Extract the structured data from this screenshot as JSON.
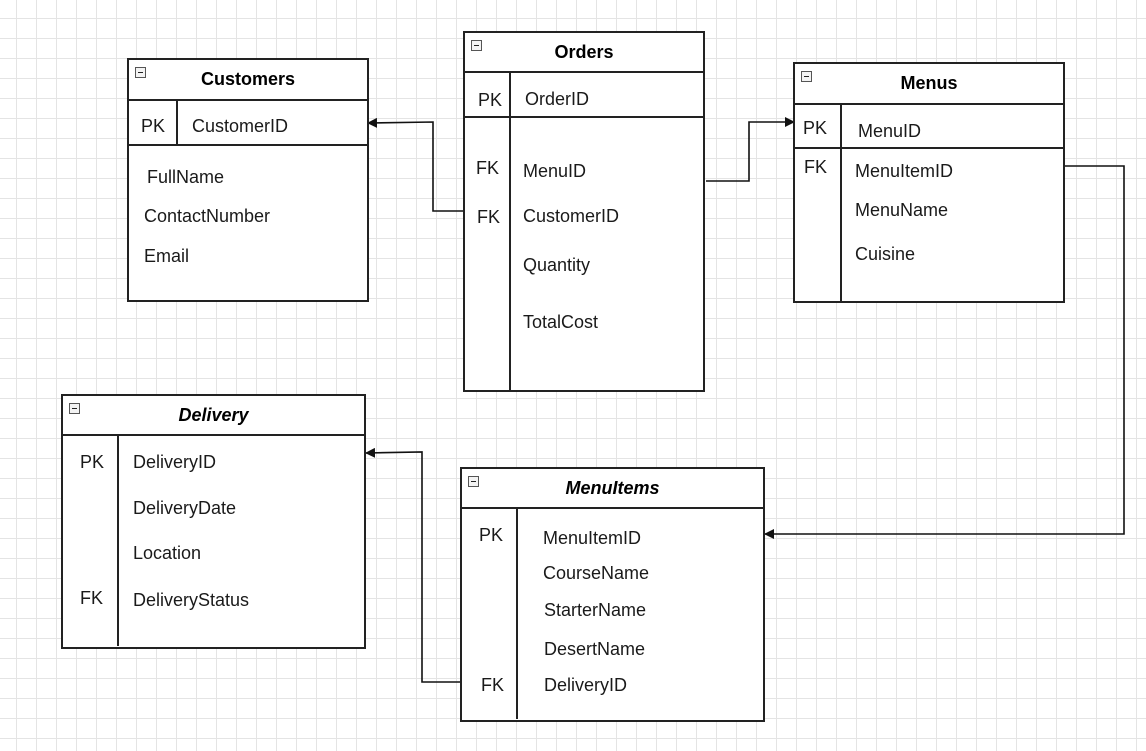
{
  "entities": {
    "customers": {
      "title": "Customers",
      "pk_key": "PK",
      "pk_field": "CustomerID",
      "fields": [
        "FullName",
        "ContactNumber",
        "Email"
      ]
    },
    "orders": {
      "title": "Orders",
      "pk_key": "PK",
      "pk_field": "OrderID",
      "rows": [
        {
          "key": "FK",
          "field": "MenuID"
        },
        {
          "key": "FK",
          "field": "CustomerID"
        },
        {
          "key": "",
          "field": "Quantity"
        },
        {
          "key": "",
          "field": "TotalCost"
        }
      ]
    },
    "menus": {
      "title": "Menus",
      "pk_key": "PK",
      "pk_field": "MenuID",
      "rows": [
        {
          "key": "FK",
          "field": "MenuItemID"
        },
        {
          "key": "",
          "field": "MenuName"
        },
        {
          "key": "",
          "field": "Cuisine"
        }
      ]
    },
    "delivery": {
      "title": "Delivery",
      "rows": [
        {
          "key": "PK",
          "field": "DeliveryID"
        },
        {
          "key": "",
          "field": "DeliveryDate"
        },
        {
          "key": "",
          "field": "Location"
        },
        {
          "key": "FK",
          "field": "DeliveryStatus"
        }
      ]
    },
    "menuitems": {
      "title": "MenuItems",
      "rows": [
        {
          "key": "PK",
          "field": "MenuItemID"
        },
        {
          "key": "",
          "field": "CourseName"
        },
        {
          "key": "",
          "field": "StarterName"
        },
        {
          "key": "",
          "field": "DesertName"
        },
        {
          "key": "FK",
          "field": "DeliveryID"
        }
      ]
    }
  },
  "relationships": [
    {
      "from": "orders.CustomerID",
      "to": "customers.CustomerID"
    },
    {
      "from": "orders.MenuID",
      "to": "menus.MenuID"
    },
    {
      "from": "menus.MenuItemID",
      "to": "menuitems.MenuItemID"
    },
    {
      "from": "menuitems.DeliveryID",
      "to": "delivery.DeliveryID"
    }
  ]
}
